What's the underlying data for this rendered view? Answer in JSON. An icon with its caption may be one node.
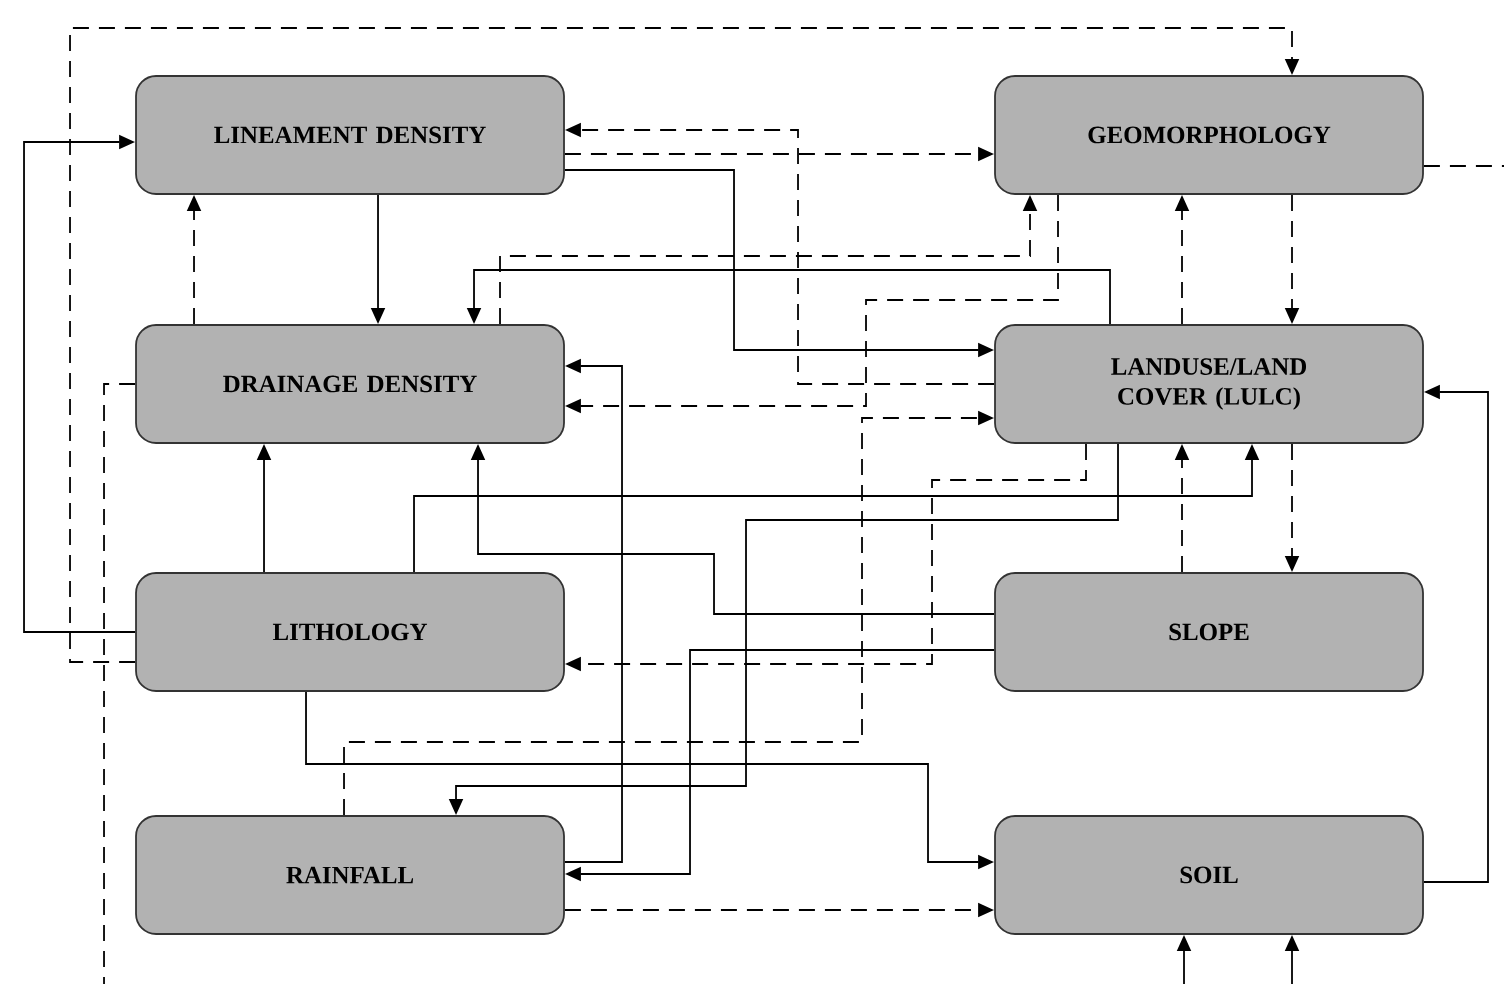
{
  "diagram": {
    "nodes": [
      {
        "text": [
          "LINEAMENT DENSITY"
        ]
      },
      {
        "text": [
          "GEOMORPHOLOGY"
        ]
      },
      {
        "text": [
          "DRAINAGE DENSITY"
        ]
      },
      {
        "text": [
          "LANDUSE/LAND COVER (LULC)"
        ]
      },
      {
        "text": [
          "LITHOLOGY"
        ]
      },
      {
        "text": [
          "SLOPE"
        ]
      },
      {
        "text": [
          "RAINFALL"
        ]
      },
      {
        "text": [
          "SOIL"
        ]
      }
    ],
    "edges": [
      {
        "from": 0,
        "to": 2,
        "arrow": "to"
      },
      {
        "from": 4,
        "to": 0,
        "arrow": "to"
      },
      {
        "from": 4,
        "to": 2,
        "arrow": "to"
      },
      {
        "from": 0,
        "to": 3,
        "arrow": "to"
      },
      {
        "from": 4,
        "to": 3,
        "arrow": "to"
      },
      {
        "from": 5,
        "to": 2,
        "arrow": "to"
      },
      {
        "from": 5,
        "to": 6,
        "arrow": "to"
      },
      {
        "from": 6,
        "to": 2,
        "arrow": "to"
      },
      {
        "from": 3,
        "to": 2,
        "arrow": "to"
      },
      {
        "from": 3,
        "to": 6,
        "arrow": "to"
      },
      {
        "from": 4,
        "to": 7,
        "arrow": "to"
      },
      {
        "from": 7,
        "to": 3,
        "arrow": "to"
      },
      {
        "from": null,
        "to": 7,
        "arrow": "to"
      },
      {
        "from": null,
        "to": 7,
        "arrow": "to"
      },
      {
        "from": 4,
        "to": 1,
        "arrow": "to",
        "style": "dashed"
      },
      {
        "from": 2,
        "to": null,
        "arrow": "none",
        "style": "dashed"
      },
      {
        "from": 2,
        "to": 0,
        "arrow": "to",
        "style": "dashed"
      },
      {
        "from": 1,
        "to": null,
        "arrow": "none",
        "style": "dashed"
      },
      {
        "from": 3,
        "to": 0,
        "arrow": "to",
        "style": "dashed"
      },
      {
        "from": 0,
        "to": 1,
        "arrow": "to",
        "style": "dashed"
      },
      {
        "from": 1,
        "to": 2,
        "arrow": "to",
        "style": "dashed"
      },
      {
        "from": 2,
        "to": 1,
        "arrow": "to",
        "style": "dashed"
      },
      {
        "from": 1,
        "to": 3,
        "arrow": "to",
        "style": "dashed"
      },
      {
        "from": 3,
        "to": 1,
        "arrow": "to",
        "style": "dashed"
      },
      {
        "from": 3,
        "to": 5,
        "arrow": "to",
        "style": "dashed"
      },
      {
        "from": 5,
        "to": 3,
        "arrow": "to",
        "style": "dashed"
      },
      {
        "from": 6,
        "to": 3,
        "arrow": "to",
        "style": "dashed"
      },
      {
        "from": 3,
        "to": 4,
        "arrow": "to",
        "style": "dashed"
      },
      {
        "from": 6,
        "to": 7,
        "arrow": "to",
        "style": "dashed"
      }
    ]
  }
}
